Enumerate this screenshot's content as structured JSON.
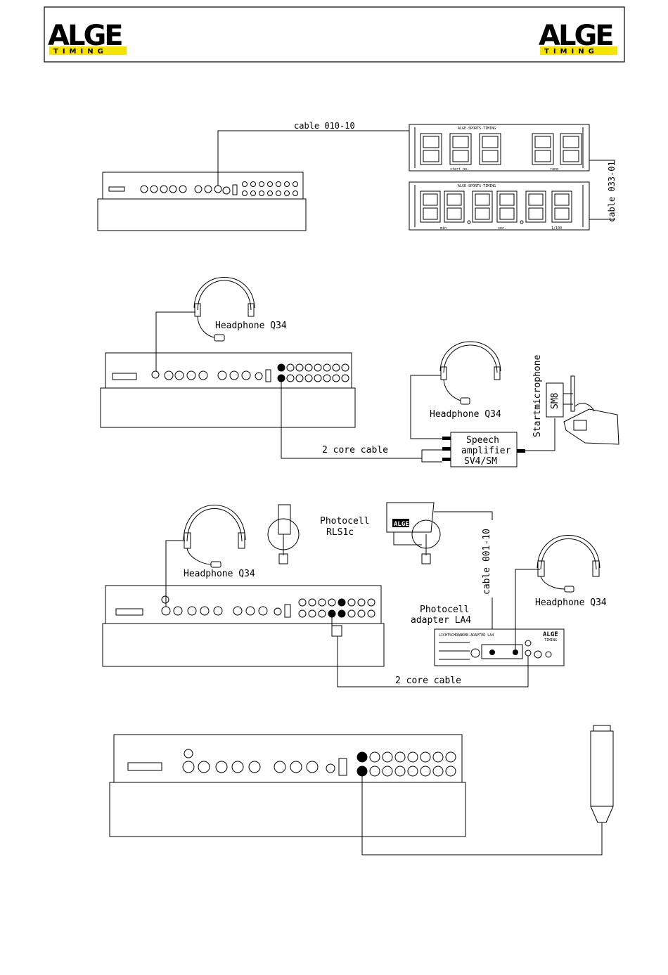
{
  "header": {
    "logo_left": {
      "word": "ALGE",
      "sub": "TIMING"
    },
    "logo_right": {
      "word": "ALGE",
      "sub": "TIMING"
    },
    "colors": {
      "logo_band": "#f5e400",
      "ink": "#000000"
    }
  },
  "diagram1": {
    "cable_top": "cable 010-10",
    "cable_side": "cable 033-01",
    "board_top": {
      "brand": "ALGE-SPORTS-TIMING",
      "label_left": "start no.",
      "label_right": "rang"
    },
    "board_bottom": {
      "brand": "ALGE-SPORTS-TIMING",
      "label_min": "min",
      "label_sec": "sec.",
      "label_hund": "1/100"
    }
  },
  "diagram2": {
    "headphone_main": "Headphone Q34",
    "headphone_amp": "Headphone Q34",
    "mic_label": "Startmicrophone",
    "mic_model": "SM8",
    "amp_line1": "Speech",
    "amp_line2": "amplifier",
    "amp_line3": "SV4/SM",
    "cable": "2 core cable"
  },
  "diagram3": {
    "headphone_main": "Headphone Q34",
    "headphone_adapter": "Headphone Q34",
    "photocell_line1": "Photocell",
    "photocell_line2": "RLS1c",
    "photocell_brand": "ALGE",
    "cable_vertical": "cable 001-10",
    "adapter_line1": "Photocell",
    "adapter_line2": "adapter LA4",
    "adapter_panel_title": "LICHTSCHRANKEN-ADAPTER LA4",
    "adapter_panel_brand": "ALGE",
    "adapter_panel_brand_sub": "TIMING",
    "cable": "2 core cable"
  }
}
